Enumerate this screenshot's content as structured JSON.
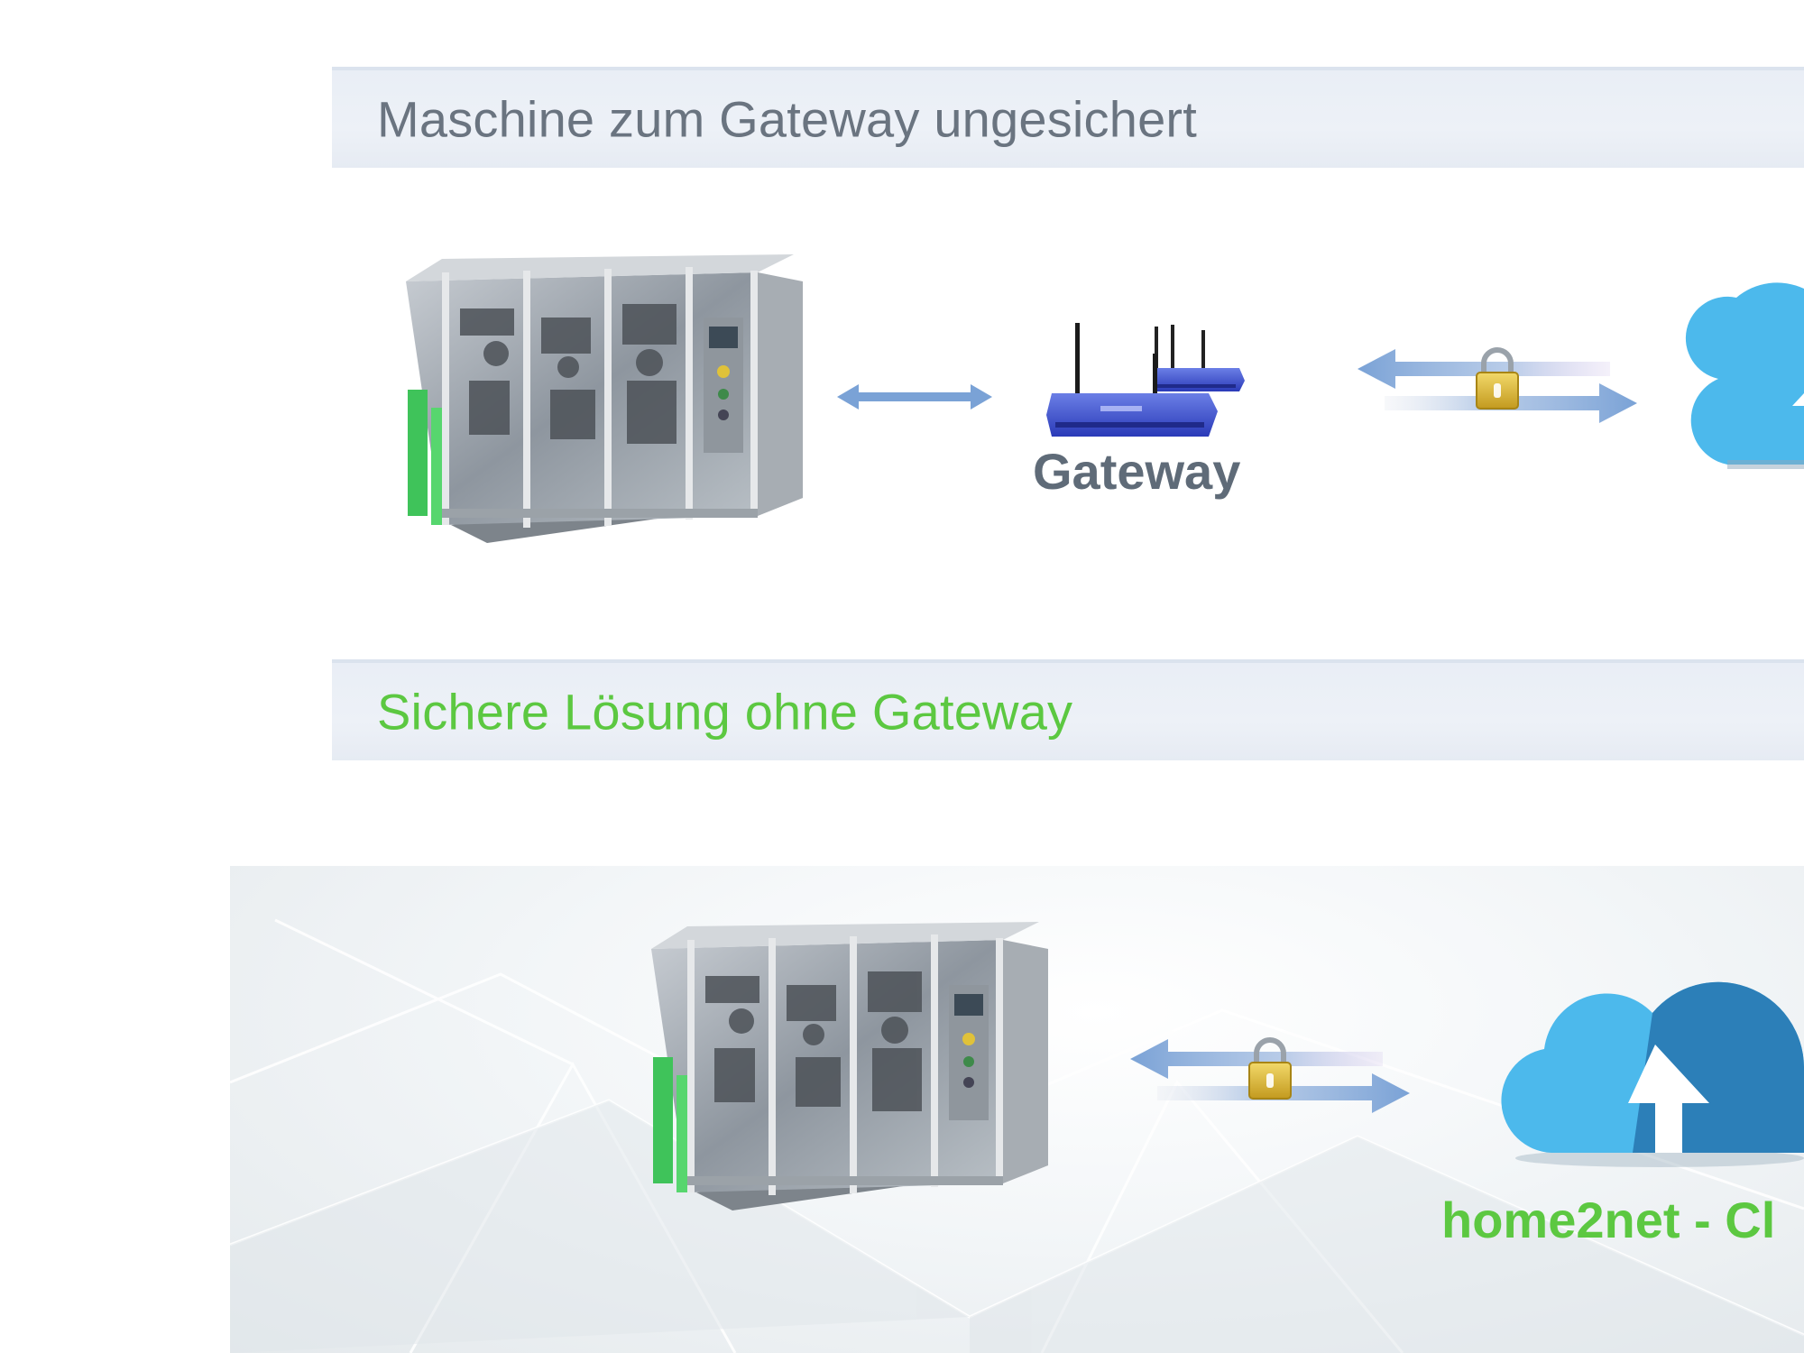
{
  "sections": {
    "top": {
      "title": "Maschine zum Gateway ungesichert"
    },
    "bottom": {
      "title": "Sichere Lösung ohne Gateway"
    }
  },
  "nodes": {
    "gateway": {
      "label": "Gateway"
    },
    "cloud": {
      "label": "home2net - Cl"
    }
  },
  "colors": {
    "bar_bg": "#eaeff6",
    "title_gray": "#6a7480",
    "title_green": "#5cc841",
    "arrow_blue": "#7aa2d6",
    "cloud_light": "#4cb9ec",
    "cloud_dark": "#2c7fb8",
    "router_blue": "#3a4fcf",
    "lock_gold": "#d9b73a"
  },
  "icons": [
    "machine-icon",
    "router-icon",
    "bidirectional-arrow-icon",
    "secure-arrow-icon",
    "padlock-icon",
    "cloud-upload-icon"
  ]
}
